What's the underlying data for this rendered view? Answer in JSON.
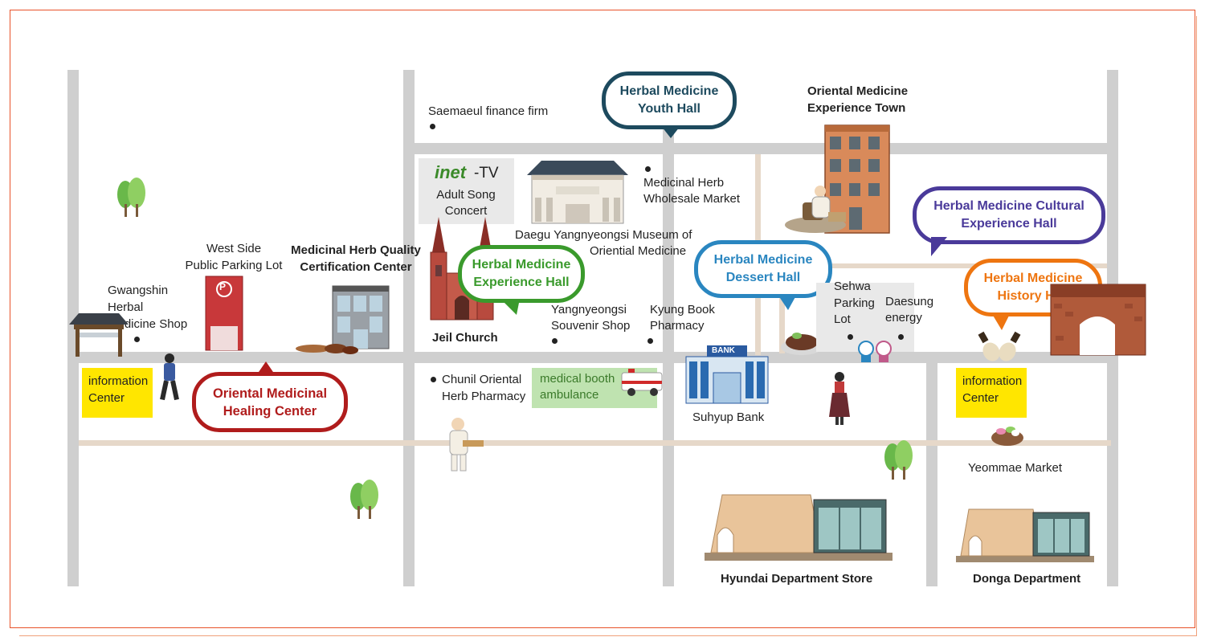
{
  "colors": {
    "road": "#cfcfcf",
    "lane": "#e6d8c9",
    "frame": "#e8532a",
    "info_box": "#ffe600",
    "booth_box": "#bfe3b0",
    "healing_center": "#b01c1c",
    "experience_hall": "#3a9a2c",
    "youth_hall": "#1d4a5e",
    "dessert_hall": "#2a86c0",
    "cultural_hall": "#4a3a9a",
    "history_hall": "#ee7510"
  },
  "halls": {
    "youth": {
      "line1": "Herbal Medicine",
      "line2": "Youth Hall"
    },
    "experience": {
      "line1": "Herbal Medicine",
      "line2": "Experience Hall"
    },
    "dessert": {
      "line1": "Herbal Medicine",
      "line2": "Dessert Hall"
    },
    "cultural": {
      "line1": "Herbal Medicine Cultural",
      "line2": "Experience Hall"
    },
    "history": {
      "line1": "Herbal Medicine",
      "line2": "History Hall"
    },
    "healing": {
      "line1": "Oriental Medicinal",
      "line2": "Healing Center"
    }
  },
  "places": {
    "saemaeul": "Saemaeul finance firm",
    "oriental_town_1": "Oriental Medicine",
    "oriental_town_2": "Experience Town",
    "inet_logo": "inet",
    "inet_tv": "-TV",
    "inet_concert_1": "Adult Song",
    "inet_concert_2": "Concert",
    "herb_wholesale_1": "Medicinal Herb",
    "herb_wholesale_2": "Wholesale Market",
    "museum_1": "Daegu Yangnyeongsi Museum of",
    "museum_2": "Oriential Medicine",
    "west_parking_1": "West Side",
    "west_parking_2": "Public Parking Lot",
    "quality_cert_1": "Medicinal Herb Quality",
    "quality_cert_2": "Certification Center",
    "gwangshin_1": "Gwangshin",
    "gwangshin_2": "Herbal",
    "gwangshin_3": "Medicine Shop",
    "jeil_church": "Jeil Church",
    "souvenir_1": "Yangnyeongsi",
    "souvenir_2": "Souvenir Shop",
    "kyungbook_1": "Kyung Book",
    "kyungbook_2": "Pharmacy",
    "sehwa_1": "Sehwa",
    "sehwa_2": "Parking",
    "sehwa_3": "Lot",
    "daesung_1": "Daesung",
    "daesung_2": "energy",
    "chunil_1": "Chunil Oriental",
    "chunil_2": "Herb Pharmacy",
    "booth_1": "medical booth",
    "booth_2": "ambulance",
    "suhyup": "Suhyup Bank",
    "bank_sign": "BANK",
    "yeommae": "Yeommae Market",
    "hyundai": "Hyundai Department Store",
    "donga": "Donga Department",
    "parking_sign": "P"
  },
  "info_left": {
    "line1": "information",
    "line2": "Center"
  },
  "info_right": {
    "line1": "information",
    "line2": "Center"
  }
}
